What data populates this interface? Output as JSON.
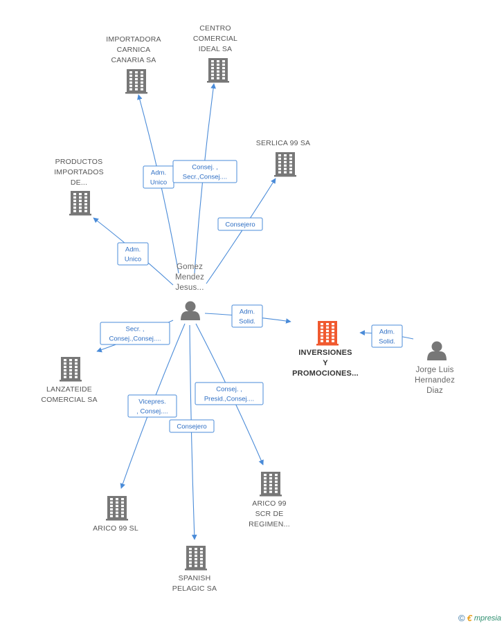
{
  "nodes": [
    {
      "id": "gomez",
      "kind": "person",
      "color": "#777777",
      "label": [
        "Gomez",
        "Mendez",
        "Jesus..."
      ]
    },
    {
      "id": "jorge",
      "kind": "person",
      "color": "#777777",
      "label": [
        "Jorge Luis",
        "Hernandez",
        "Diaz"
      ]
    },
    {
      "id": "inversiones",
      "kind": "company",
      "color": "#f05a30",
      "focus": true,
      "label": [
        "INVERSIONES",
        "Y",
        "PROMOCIONES..."
      ]
    },
    {
      "id": "importadora",
      "kind": "company",
      "color": "#777777",
      "label": [
        "IMPORTADORA",
        "CARNICA",
        "CANARIA SA"
      ]
    },
    {
      "id": "centro",
      "kind": "company",
      "color": "#777777",
      "label": [
        "CENTRO",
        "COMERCIAL",
        "IDEAL SA"
      ]
    },
    {
      "id": "serlica",
      "kind": "company",
      "color": "#777777",
      "label": [
        "SERLICA 99 SA"
      ]
    },
    {
      "id": "productos",
      "kind": "company",
      "color": "#777777",
      "label": [
        "PRODUCTOS",
        "IMPORTADOS",
        "DE..."
      ]
    },
    {
      "id": "lanzateide",
      "kind": "company",
      "color": "#777777",
      "label": [
        "LANZATEIDE",
        "COMERCIAL SA"
      ]
    },
    {
      "id": "arico_sl",
      "kind": "company",
      "color": "#777777",
      "label": [
        "ARICO 99 SL"
      ]
    },
    {
      "id": "spanish",
      "kind": "company",
      "color": "#777777",
      "label": [
        "SPANISH",
        "PELAGIC SA"
      ]
    },
    {
      "id": "arico_scr",
      "kind": "company",
      "color": "#777777",
      "label": [
        "ARICO 99",
        "SCR DE",
        "REGIMEN..."
      ]
    }
  ],
  "edges": [
    {
      "from": "gomez",
      "to": "importadora",
      "label": [
        "Adm.",
        "Unico"
      ]
    },
    {
      "from": "gomez",
      "to": "centro",
      "label": [
        "Consej. ,",
        "Secr.,Consej...."
      ]
    },
    {
      "from": "gomez",
      "to": "serlica",
      "label": [
        "Consejero"
      ]
    },
    {
      "from": "gomez",
      "to": "productos",
      "label": [
        "Adm.",
        "Unico"
      ]
    },
    {
      "from": "gomez",
      "to": "inversiones",
      "label": [
        "Adm.",
        "Solid."
      ]
    },
    {
      "from": "gomez",
      "to": "lanzateide",
      "label": [
        "Secr. ,",
        "Consej.,Consej...."
      ]
    },
    {
      "from": "gomez",
      "to": "arico_sl",
      "label": [
        "Vicepres.",
        ", Consej...."
      ]
    },
    {
      "from": "gomez",
      "to": "spanish",
      "label": [
        "Consejero"
      ]
    },
    {
      "from": "gomez",
      "to": "arico_scr",
      "label": [
        "Consej. ,",
        "Presid.,Consej...."
      ]
    },
    {
      "from": "jorge",
      "to": "inversiones",
      "label": [
        "Adm.",
        "Solid."
      ]
    }
  ],
  "footer": {
    "copyright": "©",
    "brand_first": "€",
    "brand_rest": "mpresia"
  },
  "colors": {
    "edge": "#4a8bd8",
    "edge_text": "#2f6fc4",
    "building": "#777777",
    "focus": "#f05a30"
  }
}
